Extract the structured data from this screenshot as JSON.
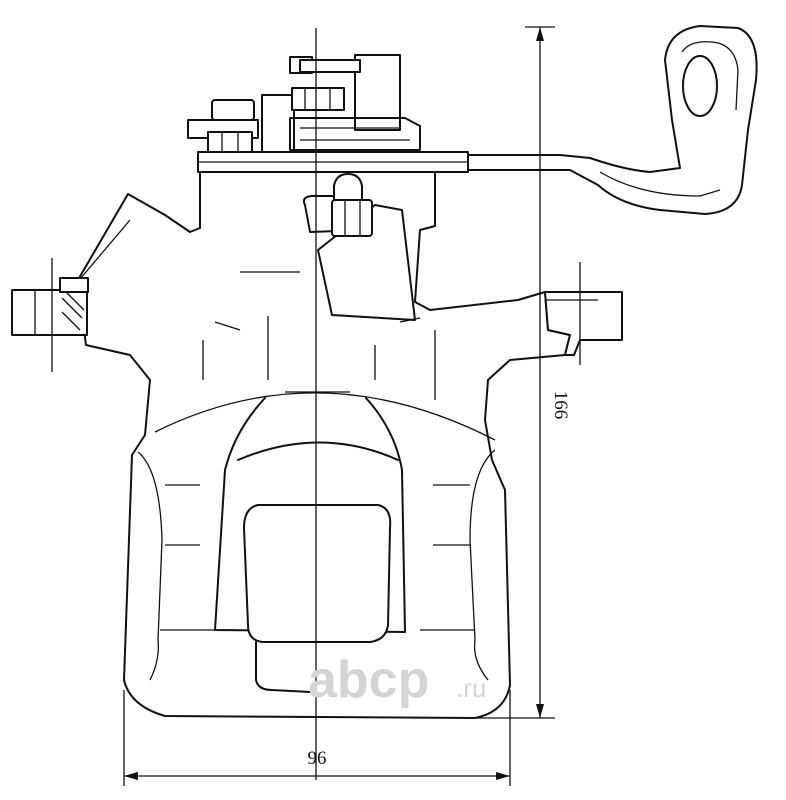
{
  "dimensions": {
    "width_label": "96",
    "height_label": "166"
  },
  "watermark": {
    "brand": "abcp",
    "suffix": ".ru",
    "color": "#d4d4d4"
  },
  "colors": {
    "line": "#111111",
    "background": "#ffffff"
  }
}
